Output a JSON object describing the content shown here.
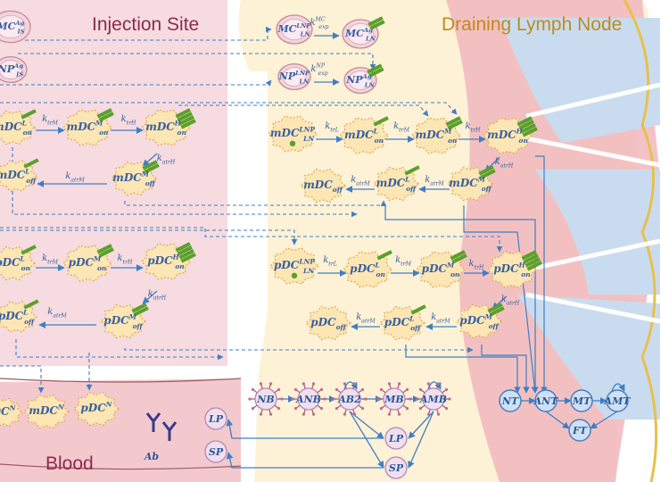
{
  "regions": {
    "injection": {
      "title": "Injection Site"
    },
    "lymph": {
      "title": "Draining Lymph Node"
    },
    "blood": {
      "title": "Blood"
    }
  },
  "colors": {
    "injection_bg": "#f6dbe0",
    "lymph_bg": "#fdf1d6",
    "blood_bg": "#f3c9cd",
    "arrow": "#3f7fc4",
    "cell_fill": "#fbe6b4",
    "antigen_green": "#5aa02c",
    "label_blue": "#3a5fa0",
    "title_red": "#8b2c4a",
    "title_gold": "#c08a1e",
    "lymph_pink": "#f1b7bd",
    "lymph_blue": "#c9dcef"
  },
  "cells": {
    "mc_is": {
      "base": "MC",
      "sup": "Ag",
      "sub": "IS"
    },
    "np_is": {
      "base": "NP",
      "sup": "Ag",
      "sub": "IS"
    },
    "mdc_on_l_is": {
      "base": "mDC",
      "sup": "L",
      "sub": "on"
    },
    "mdc_on_m_is": {
      "base": "mDC",
      "sup": "M",
      "sub": "on"
    },
    "mdc_on_h_is": {
      "base": "mDC",
      "sup": "H",
      "sub": "on"
    },
    "mdc_off_l_is": {
      "base": "mDC",
      "sup": "L",
      "sub": "off"
    },
    "mdc_off_m_is": {
      "base": "mDC",
      "sup": "M",
      "sub": "off"
    },
    "pdc_on_l_is": {
      "base": "pDC",
      "sup": "L",
      "sub": "on"
    },
    "pdc_on_m_is": {
      "base": "pDC",
      "sup": "M",
      "sub": "on"
    },
    "pdc_on_h_is": {
      "base": "pDC",
      "sup": "H",
      "sub": "on"
    },
    "pdc_off_l_is": {
      "base": "pDC",
      "sup": "L",
      "sub": "off"
    },
    "pdc_off_m_is": {
      "base": "pDC",
      "sup": "M",
      "sub": "off"
    },
    "mc_lnp_ln": {
      "base": "MC",
      "sup": "LNP",
      "sub": "LN"
    },
    "mc_ag_ln": {
      "base": "MC",
      "sup": "Ag",
      "sub": "LN"
    },
    "np_lnp_ln": {
      "base": "NP",
      "sup": "LNP",
      "sub": "LN"
    },
    "np_ag_ln": {
      "base": "NP",
      "sup": "Ag",
      "sub": "LN"
    },
    "mdc_lnp_ln": {
      "base": "mDC",
      "sup": "LNP",
      "sub": "LN"
    },
    "mdc_on_l_ln": {
      "base": "mDC",
      "sup": "L",
      "sub": "on"
    },
    "mdc_on_m_ln": {
      "base": "mDC",
      "sup": "M",
      "sub": "on"
    },
    "mdc_on_h_ln": {
      "base": "mDC",
      "sup": "H",
      "sub": "on"
    },
    "mdc_off_ln": {
      "base": "mDC",
      "sup": "",
      "sub": "off"
    },
    "mdc_off_l_ln": {
      "base": "mDC",
      "sup": "L",
      "sub": "off"
    },
    "mdc_off_m_ln": {
      "base": "mDC",
      "sup": "M",
      "sub": "off"
    },
    "pdc_lnp_ln": {
      "base": "pDC",
      "sup": "LNP",
      "sub": "LN"
    },
    "pdc_on_l_ln": {
      "base": "pDC",
      "sup": "L",
      "sub": "on"
    },
    "pdc_on_m_ln": {
      "base": "pDC",
      "sup": "M",
      "sub": "on"
    },
    "pdc_on_h_ln": {
      "base": "pDC",
      "sup": "H",
      "sub": "on"
    },
    "pdc_off_ln": {
      "base": "pDC",
      "sup": "",
      "sub": "off"
    },
    "pdc_off_l_ln": {
      "base": "pDC",
      "sup": "L",
      "sub": "off"
    },
    "pdc_off_m_ln": {
      "base": "pDC",
      "sup": "M",
      "sub": "off"
    },
    "mdc_blood": {
      "base": "mDC",
      "sup": "N",
      "sub": ""
    },
    "pdc_blood": {
      "base": "pDC",
      "sup": "N",
      "sub": ""
    },
    "dc_blood": {
      "base": "DC",
      "sup": "N",
      "sub": ""
    }
  },
  "rates": {
    "exp_mc": {
      "base": "k",
      "sup": "MC",
      "sub": "exp"
    },
    "exp_np": {
      "base": "k",
      "sup": "NP",
      "sub": "exp"
    },
    "trM_is": {
      "base": "k",
      "sup": "",
      "sub": "trM"
    },
    "trH_is": {
      "base": "k",
      "sup": "",
      "sub": "trH"
    },
    "atrH_is": {
      "base": "k",
      "sup": "",
      "sub": "atrH"
    },
    "atrM_is": {
      "base": "k",
      "sup": "",
      "sub": "atrM"
    },
    "trM_is_p": {
      "base": "k",
      "sup": "",
      "sub": "trM"
    },
    "trH_is_p": {
      "base": "k",
      "sup": "",
      "sub": "trH"
    },
    "atrH_is_p": {
      "base": "k",
      "sup": "",
      "sub": "atrH"
    },
    "atrM_is_p": {
      "base": "k",
      "sup": "",
      "sub": "atrM"
    },
    "atrM_is_p2": {
      "base": "k",
      "sup": "",
      "sub": "atrM"
    },
    "trL_ln": {
      "base": "k",
      "sup": "",
      "sub": "trL"
    },
    "trM_ln": {
      "base": "k",
      "sup": "",
      "sub": "trM"
    },
    "trH_ln": {
      "base": "k",
      "sup": "",
      "sub": "trH"
    },
    "atrH_ln": {
      "base": "k",
      "sup": "",
      "sub": "atrH"
    },
    "atrM_ln": {
      "base": "k",
      "sup": "",
      "sub": "atrM"
    },
    "atrM_ln2": {
      "base": "k",
      "sup": "",
      "sub": "atrM"
    },
    "trL_ln_p": {
      "base": "k",
      "sup": "",
      "sub": "trL"
    },
    "trM_ln_p": {
      "base": "k",
      "sup": "",
      "sub": "trM"
    },
    "trH_ln_p": {
      "base": "k",
      "sup": "",
      "sub": "trH"
    },
    "atrH_ln_p": {
      "base": "k",
      "sup": "",
      "sub": "atrH"
    },
    "atrM_ln_p": {
      "base": "k",
      "sup": "",
      "sub": "atrM"
    },
    "atrM_ln_p2": {
      "base": "k",
      "sup": "",
      "sub": "atrM"
    }
  },
  "b_cells": {
    "nb": "NB",
    "anb": "ANB",
    "ab2": "AB2",
    "mb": "MB",
    "amb": "AMB",
    "lp": "LP",
    "sp": "SP",
    "lp_blood": "LP",
    "sp_blood": "SP"
  },
  "t_cells": {
    "nt": "NT",
    "ant": "ANT",
    "mt": "MT",
    "amt": "AMT",
    "ft": "FT"
  },
  "antibody": {
    "label": "Ab"
  }
}
